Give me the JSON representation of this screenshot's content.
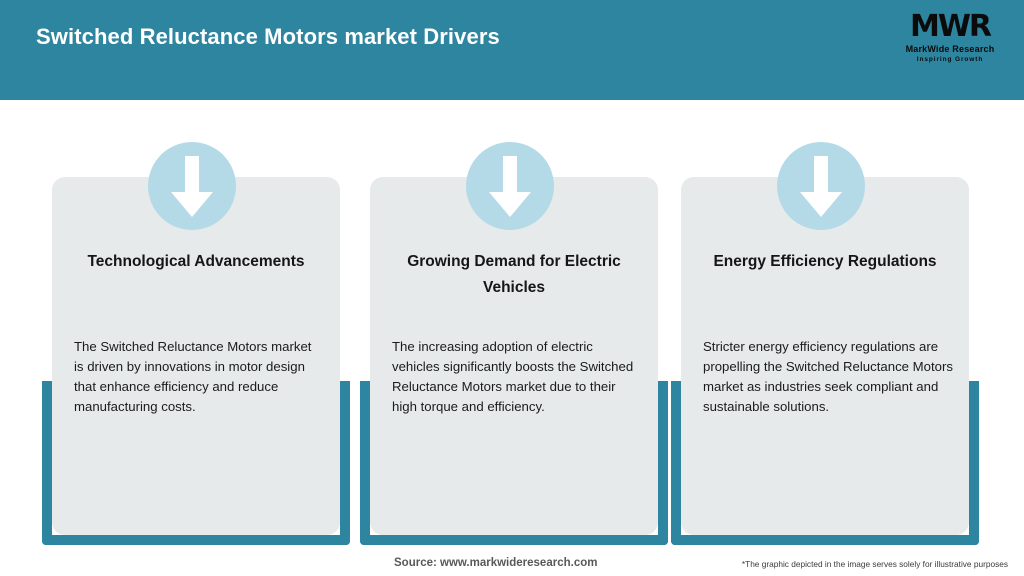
{
  "header": {
    "title": "Switched Reluctance Motors market Drivers",
    "background_color": "#2d85a0",
    "title_color": "#ffffff",
    "logo": {
      "mark": "MWR",
      "name": "MarkWide Research",
      "tagline": "Inspiring Growth"
    }
  },
  "theme": {
    "teal": "#2d85a0",
    "card_bg": "#e6eaeb",
    "circle_blue": "#b4dae8",
    "arrow_white": "#ffffff"
  },
  "cards": [
    {
      "icon": "down-arrow-icon",
      "title": "Technological Advancements",
      "body": "The Switched Reluctance Motors market is driven by innovations in motor design that enhance efficiency and reduce manufacturing costs."
    },
    {
      "icon": "down-arrow-icon",
      "title": "Growing Demand for Electric Vehicles",
      "body": "The increasing adoption of electric vehicles significantly boosts the Switched Reluctance Motors market due to their high torque and efficiency."
    },
    {
      "icon": "down-arrow-icon",
      "title": "Energy Efficiency Regulations",
      "body": "Stricter energy efficiency regulations are propelling the Switched Reluctance Motors market as industries seek compliant and sustainable solutions."
    }
  ],
  "footer": {
    "source": "Source: www.markwideresearch.com",
    "disclaimer": "*The graphic depicted in the image serves solely for illustrative purposes"
  }
}
